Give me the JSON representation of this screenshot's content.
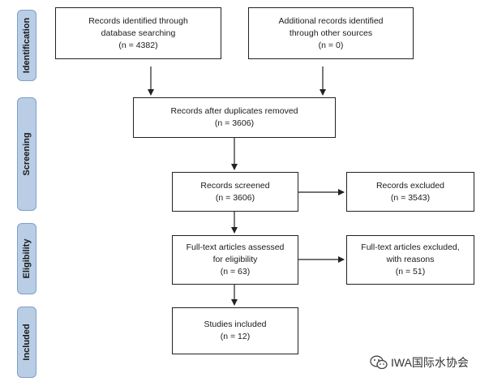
{
  "stages": {
    "identification": "Identification",
    "screening": "Screening",
    "eligibility": "Eligibility",
    "included": "Included"
  },
  "boxes": {
    "identified": {
      "line1": "Records identified through",
      "line2": "database searching",
      "count": "(n = 4382)"
    },
    "additional": {
      "line1": "Additional records identified",
      "line2": "through other sources",
      "count": "(n = 0)"
    },
    "deduplicated": {
      "line1": "Records after duplicates removed",
      "count": "(n = 3606)"
    },
    "screened": {
      "line1": "Records screened",
      "count": "(n = 3606)"
    },
    "excluded": {
      "line1": "Records excluded",
      "count": "(n = 3543)"
    },
    "fulltext": {
      "line1": "Full-text articles assessed",
      "line2": "for eligibility",
      "count": "(n = 63)"
    },
    "fulltext_excluded": {
      "line1": "Full-text articles excluded,",
      "line2": "with reasons",
      "count": "(n = 51)"
    },
    "included": {
      "line1": "Studies included",
      "count": "(n = 12)"
    }
  },
  "watermark": {
    "text": "IWA国际水协会",
    "icon": "wechat-icon"
  }
}
